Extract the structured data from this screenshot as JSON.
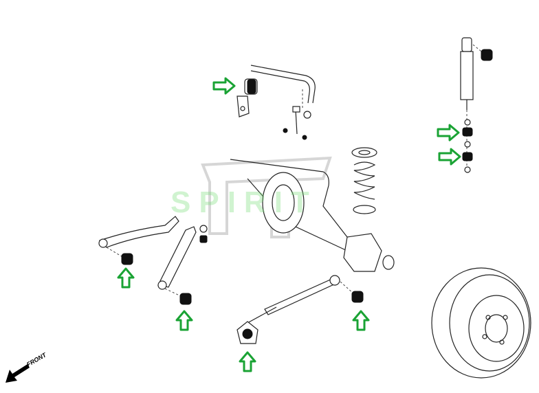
{
  "diagram": {
    "front_label": "FRONT",
    "watermark_text": "SPIRIT",
    "watermark_logo": "TT",
    "colors": {
      "highlight_arrow": "#1aa334",
      "line_art": "#222222",
      "bushing": "#111111",
      "watermark": "#9be09b"
    }
  }
}
